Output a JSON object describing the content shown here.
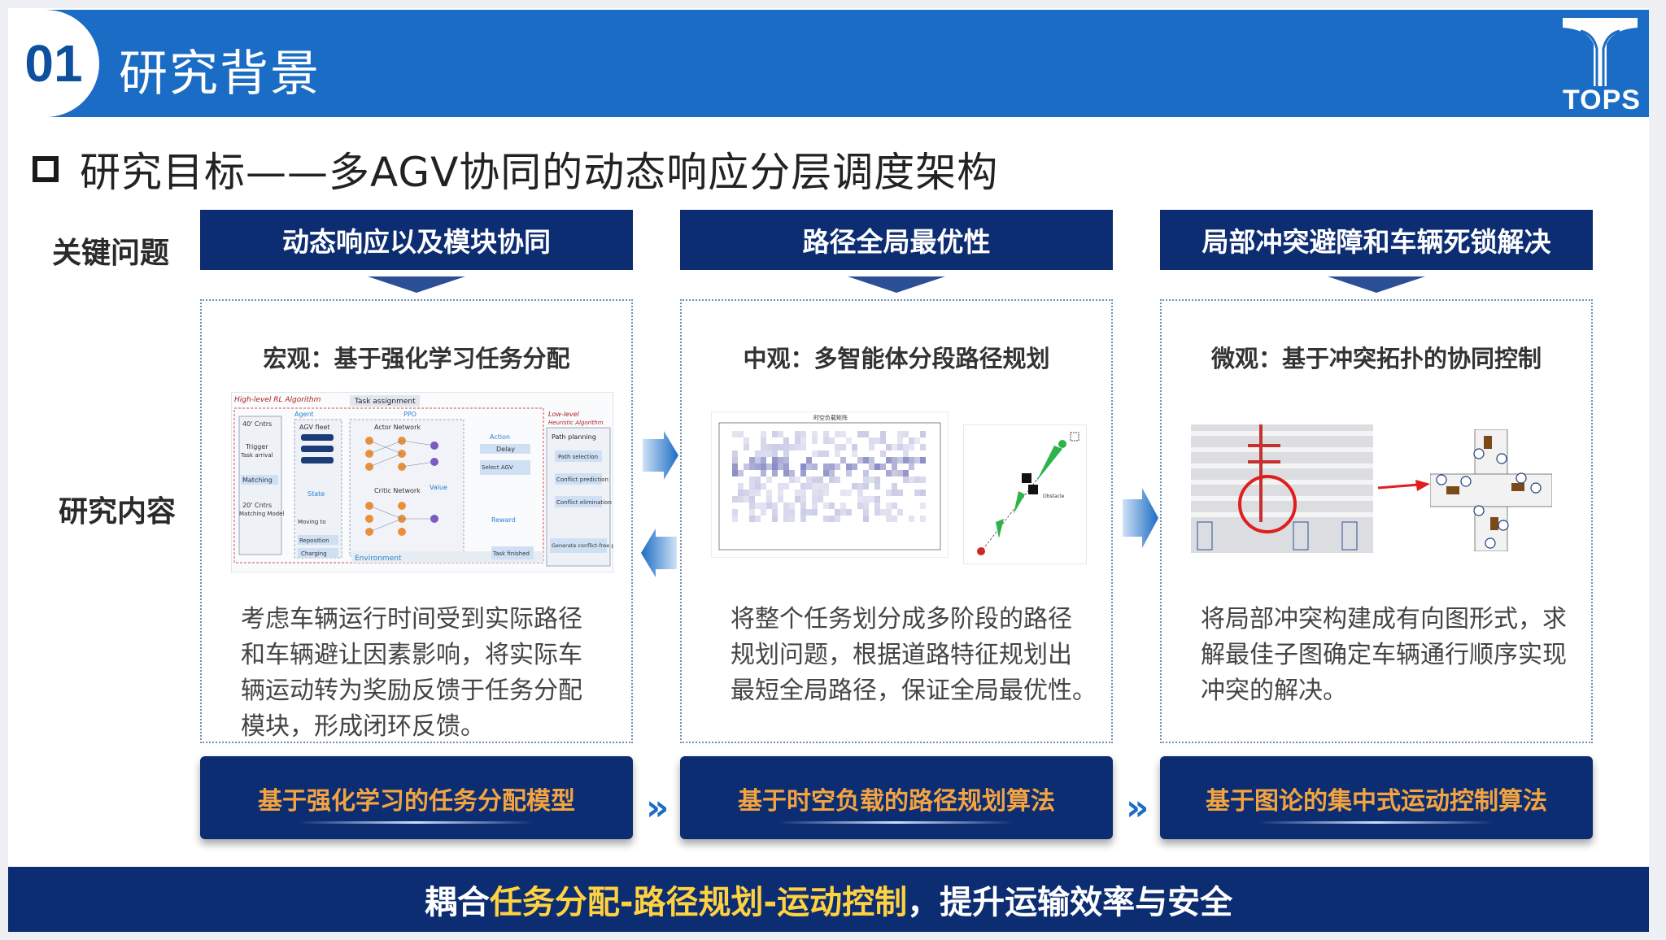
{
  "header": {
    "number": "01",
    "title": "研究背景",
    "logo_text": "TOPS"
  },
  "subtitle": "研究目标——多AGV协同的动态响应分层调度架构",
  "side_labels": {
    "key_issue": "关键问题",
    "research": "研究内容"
  },
  "columns": [
    {
      "key_issue": "动态响应以及模块协同",
      "head": "宏观：基于强化学习任务分配",
      "text_lines": [
        "考虑车辆运行时间受到实际路径",
        "和车辆避让因素影响，将实际车",
        "辆运动转为奖励反馈于任务分配",
        "模块，形成闭环反馈。"
      ],
      "algorithm": "基于强化学习的任务分配模型"
    },
    {
      "key_issue": "路径全局最优性",
      "head": "中观：多智能体分段路径规划",
      "text_lines": [
        "将整个任务划分成多阶段的路径",
        "规划问题，根据道路特征规划出",
        "最短全局路径，保证全局最优性。"
      ],
      "algorithm": "基于时空负载的路径规划算法"
    },
    {
      "key_issue": "局部冲突避障和车辆死锁解决",
      "head": "微观：基于冲突拓扑的协同控制",
      "text_lines": [
        "将局部冲突构建成有向图形式，求",
        "解最佳子图确定车辆通行顺序实现",
        "冲突的解决。"
      ],
      "algorithm": "基于图论的集中式运动控制算法"
    }
  ],
  "figure1": {
    "high_level": "High-level RL Algorithm",
    "task_assignment": "Task assignment",
    "agent": "Agent",
    "ppo": "PPO",
    "low_level_1": "Low-level",
    "low_level_2": "Heuristic Algorithm",
    "path_planning": "Path planning",
    "actor": "Actor Network",
    "critic": "Critic Network",
    "action": "Action",
    "delay": "Delay",
    "select_agv": "Select AGV",
    "state": "State",
    "value": "Value",
    "reward": "Reward",
    "environment": "Environment",
    "cntrs40": "40' Cntrs",
    "trigger": "Trigger",
    "task_arrival": "Task arrival",
    "matching": "Matching",
    "cntrs20": "20' Cntrs",
    "matching_model": "Matching Model",
    "agv_fleet": "AGV fleet",
    "moving": "Moving to",
    "reposition": "Reposition",
    "charging": "Charging",
    "path_sel": "Path selection",
    "conflict_pred": "Conflict prediction",
    "conflict_elim": "Conflict elimination",
    "generate": "Generate conflict-free path",
    "task_finished": "Task finished"
  },
  "figure2": {
    "heatmap_title": "时空负载矩阵",
    "obstacle": "Obstacle"
  },
  "footer": {
    "pre": "耦合",
    "highlight": "任务分配-路径规划-运动控制",
    "post": "，提升运输效率与安全"
  },
  "colors": {
    "header": "#1b6cc4",
    "navy": "#0d2d72",
    "orange": "#f3a440",
    "yellow": "#ffd23f"
  }
}
